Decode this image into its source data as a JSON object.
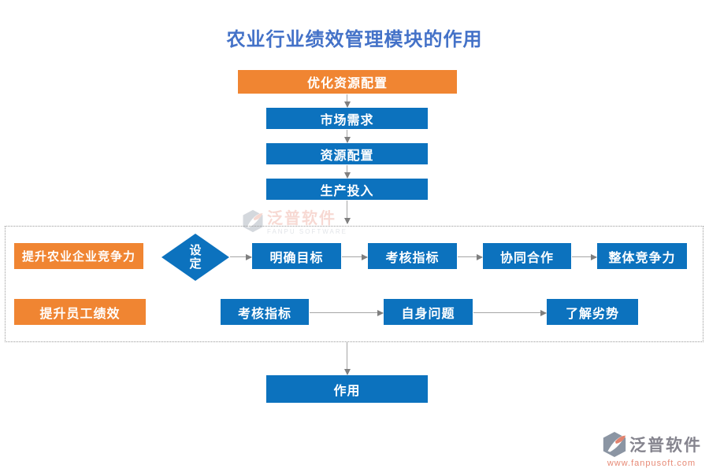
{
  "title": "农业行业绩效管理模块的作用",
  "colors": {
    "box_blue": "#0c72be",
    "box_orange": "#f08532",
    "title_blue": "#4472c8",
    "arrow_line": "#a6a6a6",
    "arrow_head": "#7f7f7f",
    "panel_border": "#9a9a9a",
    "logo_gray": "#85848e",
    "logo_salmon": "#e78a76"
  },
  "flow_top": {
    "root": "优化资源配置",
    "steps": [
      "市场需求",
      "资源配置",
      "生产投入"
    ]
  },
  "panel": {
    "rows": [
      {
        "label": "提升农业企业竞争力",
        "decision": "设定",
        "steps": [
          "明确目标",
          "考核指标",
          "协同合作",
          "整体竞争力"
        ]
      },
      {
        "label": "提升员工绩效",
        "steps": [
          "考核指标",
          "自身问题",
          "了解劣势"
        ]
      }
    ]
  },
  "result_box": "作用",
  "watermark": {
    "name": "泛普软件",
    "subtitle": "FANPU SOFTWARE"
  },
  "logo": {
    "name": "泛普软件",
    "url": "www.fanpusoft.com"
  }
}
